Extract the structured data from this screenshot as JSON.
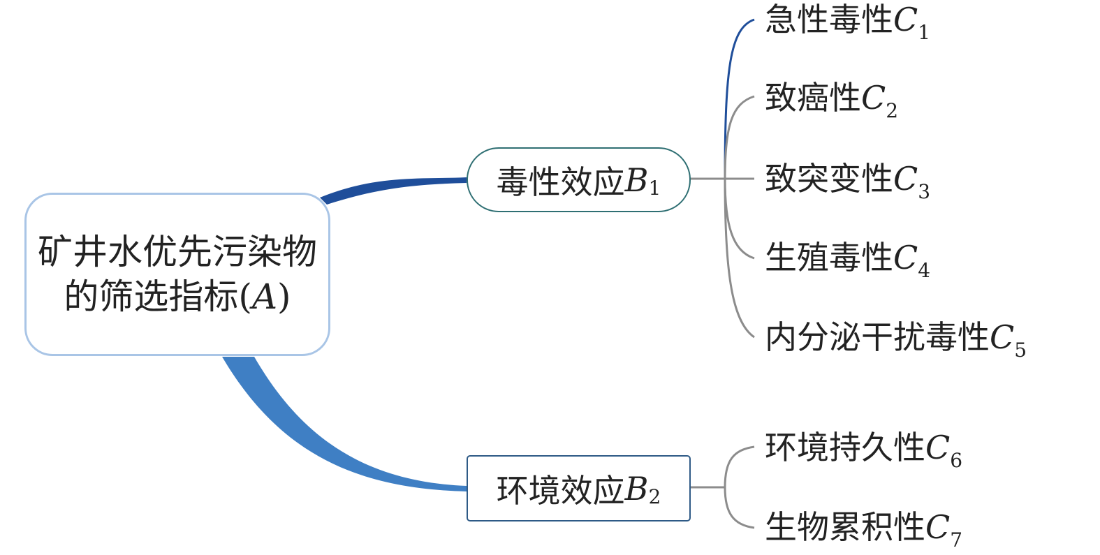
{
  "root": {
    "line1": "矿井水优先污染物",
    "line2_prefix": "的筛选指标(",
    "symbol": "A",
    "line2_suffix": ")"
  },
  "branches": [
    {
      "label": "毒性效应",
      "symbol": "B",
      "sub": "1",
      "children": [
        {
          "label": "急性毒性",
          "symbol": "C",
          "sub": "1"
        },
        {
          "label": "致癌性",
          "symbol": "C",
          "sub": "2"
        },
        {
          "label": "致突变性",
          "symbol": "C",
          "sub": "3"
        },
        {
          "label": "生殖毒性",
          "symbol": "C",
          "sub": "4"
        },
        {
          "label": "内分泌干扰毒性",
          "symbol": "C",
          "sub": "5"
        }
      ]
    },
    {
      "label": "环境效应",
      "symbol": "B",
      "sub": "2",
      "children": [
        {
          "label": "环境持久性",
          "symbol": "C",
          "sub": "6"
        },
        {
          "label": "生物累积性",
          "symbol": "C",
          "sub": "7"
        }
      ]
    }
  ],
  "colors": {
    "branch1_connector": "#1f4e9a",
    "branch2_connector": "#3f7fc4",
    "leaf_connector": "#8c8c8c",
    "leaf_connector_highlight": "#1f4e9a",
    "root_border": "#a9c5e6",
    "b1_border": "#2f6f73",
    "b2_border": "#2e5a86"
  }
}
